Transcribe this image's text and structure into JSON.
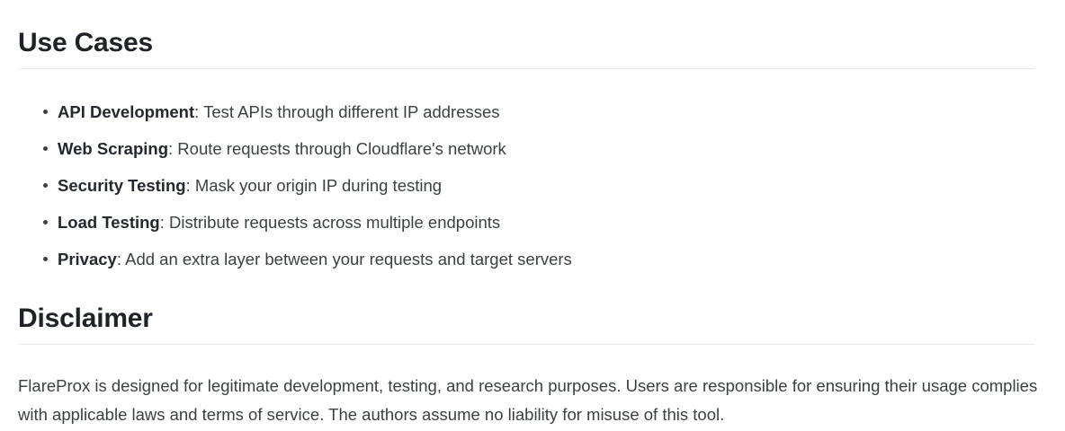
{
  "sections": {
    "use_cases": {
      "heading": "Use Cases",
      "items": [
        {
          "term": "API Development",
          "separator": ": ",
          "description": "Test APIs through different IP addresses"
        },
        {
          "term": "Web Scraping",
          "separator": ": ",
          "description": "Route requests through Cloudflare's network"
        },
        {
          "term": "Security Testing",
          "separator": ": ",
          "description": "Mask your origin IP during testing"
        },
        {
          "term": "Load Testing",
          "separator": ": ",
          "description": "Distribute requests across multiple endpoints"
        },
        {
          "term": "Privacy",
          "separator": ": ",
          "description": "Add an extra layer between your requests and target servers"
        }
      ]
    },
    "disclaimer": {
      "heading": "Disclaimer",
      "body": "FlareProx is designed for legitimate development, testing, and research purposes. Users are responsible for ensuring their usage complies with applicable laws and terms of service. The authors assume no liability for misuse of this tool."
    }
  },
  "colors": {
    "background": "#ffffff",
    "heading_text": "#1f2328",
    "body_text": "#3b4045",
    "term_text": "#24292f",
    "divider": "#e6e8eb"
  }
}
